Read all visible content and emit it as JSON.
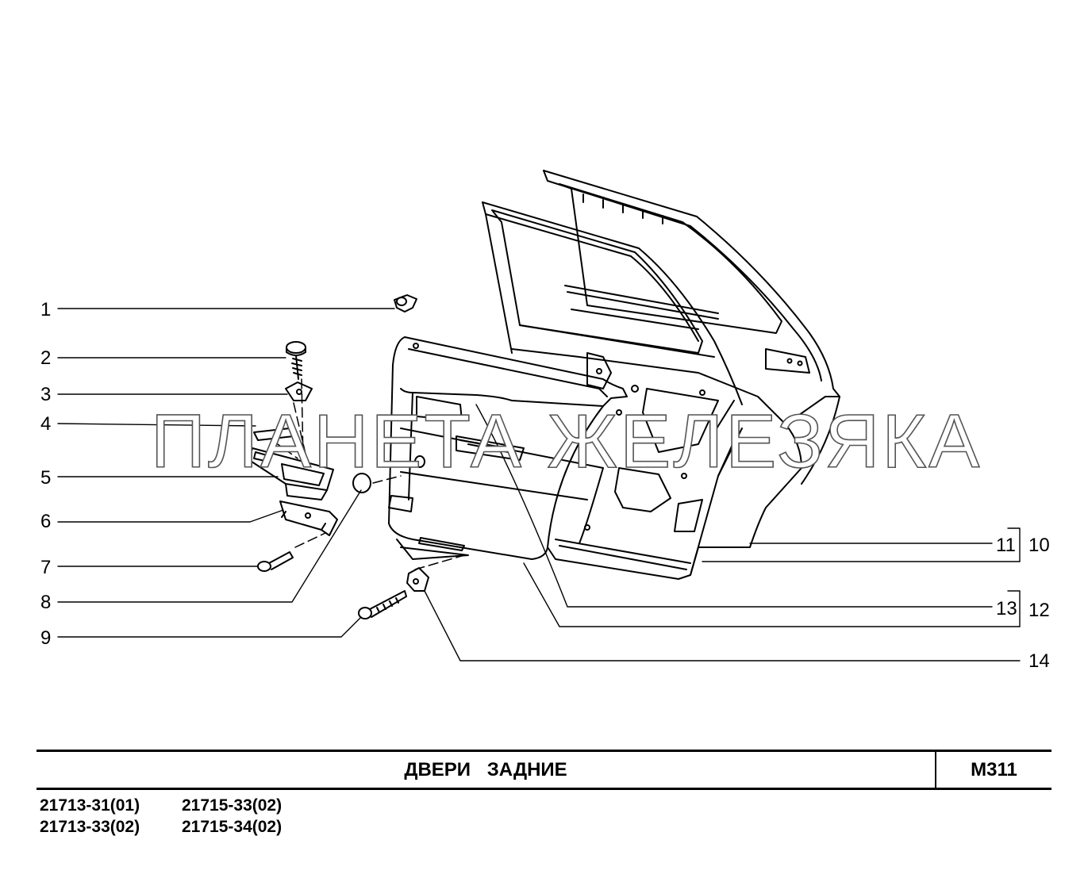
{
  "title": "ДВЕРИ   ЗАДНИЕ",
  "sheet_code": "М311",
  "watermark": "ПЛАНЕТА ЖЕЛЕЗЯКА",
  "callouts": {
    "c1": "1",
    "c2": "2",
    "c3": "3",
    "c4": "4",
    "c5": "5",
    "c6": "6",
    "c7": "7",
    "c8": "8",
    "c9": "9",
    "c10": "10",
    "c11": "11",
    "c12": "12",
    "c13": "13",
    "c14": "14"
  },
  "models": {
    "col1_row1": "21713-31(01)",
    "col1_row2": "21713-33(02)",
    "col2_row1": "21715-33(02)",
    "col2_row2": "21715-34(02)"
  }
}
